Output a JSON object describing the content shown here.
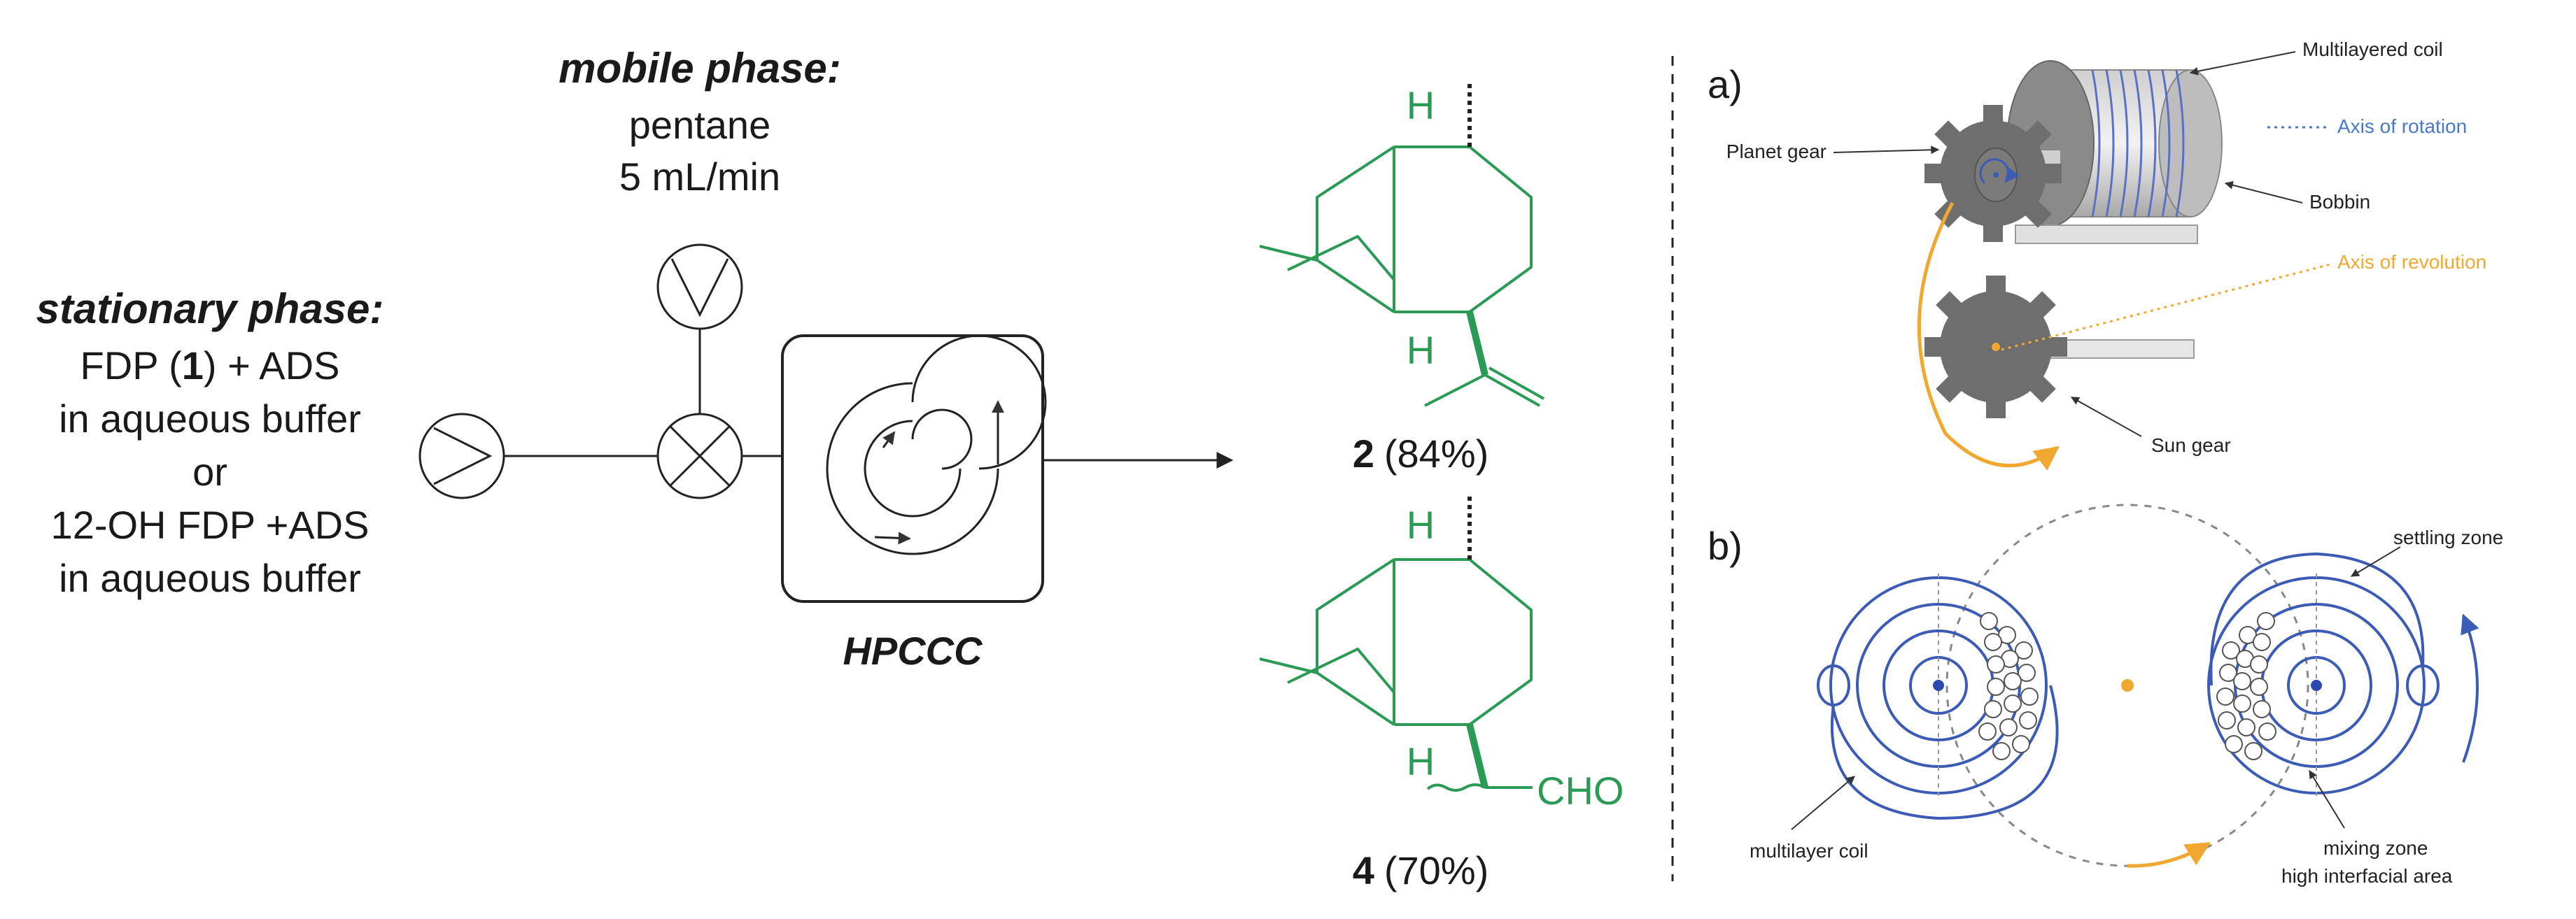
{
  "left_scheme": {
    "mobile_phase": {
      "title": "mobile phase:",
      "solvent": "pentane",
      "flow_rate": "5 mL/min"
    },
    "stationary_phase": {
      "title": "stationary phase:",
      "option1_a": "FDP (",
      "option1_num": "1",
      "option1_b": ") + ADS",
      "option1_medium": "in aqueous buffer",
      "or": "or",
      "option2": "12-OH FDP +ADS",
      "option2_medium": "in aqueous buffer"
    },
    "apparatus_label": "HPCCC"
  },
  "products": {
    "p2": {
      "number": "2",
      "yield": "(84%)",
      "h_label": "H"
    },
    "p4": {
      "number": "4",
      "yield": "(70%)",
      "h_label": "H",
      "group": "CHO"
    }
  },
  "panel_a": {
    "letter": "a)",
    "labels": {
      "multilayered_coil": "Multilayered coil",
      "axis_rotation": "Axis of rotation",
      "planet_gear": "Planet gear",
      "bobbin": "Bobbin",
      "axis_revolution": "Axis of revolution",
      "sun_gear": "Sun gear"
    }
  },
  "panel_b": {
    "letter": "b)",
    "labels": {
      "settling_zone": "settling zone",
      "multilayer_coil": "multilayer coil",
      "mixing_zone": "mixing zone",
      "high_interfacial_area": "high interfacial area"
    }
  },
  "colors": {
    "molecule": "#2a9a55",
    "coil_blue": "#3b5bb5",
    "axis_blue": "#4a78c8",
    "orange": "#f0a830",
    "gear_gray": "#6e6e6e"
  }
}
